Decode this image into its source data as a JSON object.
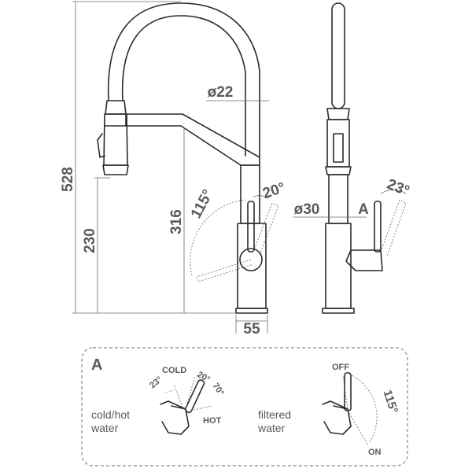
{
  "dimensions": {
    "total_height": "528",
    "spout_height": "230",
    "column_height": "316",
    "base_width": "55",
    "hose_diameter": "ø22",
    "body_diameter": "ø30",
    "lever_swing": "115°",
    "lever_tilt": "20°",
    "side_tilt": "23°"
  },
  "side_view": {
    "detail_marker": "A"
  },
  "detail_panel": {
    "marker": "A",
    "left": {
      "caption_line1": "cold/hot",
      "caption_line2": "water",
      "cold_label": "COLD",
      "hot_label": "HOT",
      "angle_23": "23°",
      "angle_20": "20°",
      "angle_70": "70°"
    },
    "right": {
      "caption_line1": "filtered",
      "caption_line2": "water",
      "off_label": "OFF",
      "on_label": "ON",
      "angle_115": "115°"
    }
  },
  "colors": {
    "outline": "#2b2b2b",
    "dimension_text": "#5a5a5a",
    "panel_border": "#9a9a9a"
  }
}
